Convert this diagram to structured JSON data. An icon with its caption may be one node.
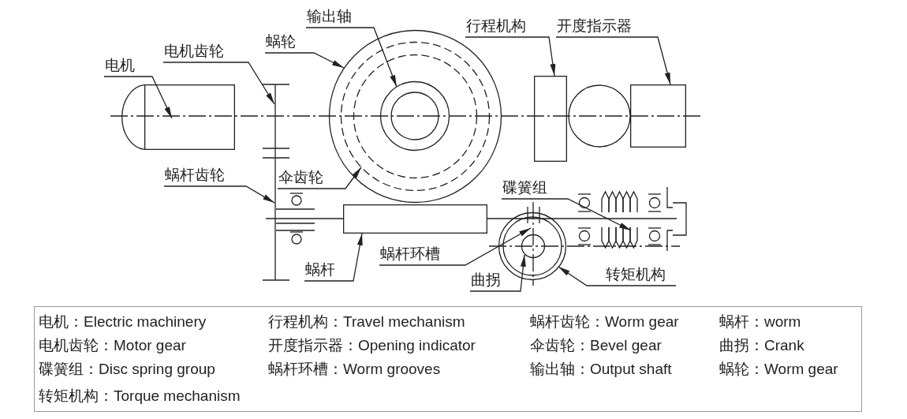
{
  "diagram": {
    "nodes": [
      {
        "text": [
          "电机"
        ]
      },
      {
        "text": [],
        "shape": "box"
      },
      {
        "text": [
          "电机齿轮"
        ]
      },
      {
        "text": [
          "蜗轮"
        ]
      },
      {
        "text": [],
        "shape": "circle"
      },
      {
        "text": [
          "输出轴"
        ]
      },
      {
        "text": [],
        "shape": "circle",
        "in": 4
      },
      {
        "text": [
          "行程机构"
        ]
      },
      {
        "text": [],
        "shape": "box"
      },
      {
        "text": [
          "开度指示器"
        ]
      },
      {
        "text": [],
        "shape": "box"
      },
      {
        "text": [
          "蜗杆齿轮"
        ]
      },
      {
        "text": [
          "伞齿轮"
        ]
      },
      {
        "text": [
          "碟簧组"
        ]
      },
      {
        "text": [
          "蜗杆"
        ]
      },
      {
        "text": [],
        "shape": "box"
      },
      {
        "text": [
          "蜗杆环槽"
        ]
      },
      {
        "text": [
          "转矩机构"
        ]
      },
      {
        "text": [],
        "shape": "circle"
      },
      {
        "text": [
          "曲拐"
        ]
      },
      {
        "text": [],
        "shape": "circle",
        "in": 18
      },
      {
        "text": [],
        "shape": "circle"
      },
      {
        "text": [],
        "shape": "bar"
      }
    ],
    "edges": [
      {
        "from": 0,
        "to": 1,
        "arrow": "to"
      },
      {
        "from": 2,
        "to": 22,
        "arrow": "to"
      },
      {
        "from": 3,
        "to": 4,
        "arrow": "to"
      },
      {
        "from": 5,
        "to": 6,
        "arrow": "to"
      },
      {
        "from": 7,
        "to": 8,
        "arrow": "to"
      },
      {
        "from": 9,
        "to": 10,
        "arrow": "to"
      },
      {
        "from": 11,
        "to": 22,
        "arrow": "to"
      },
      {
        "from": 12,
        "to": 4,
        "arrow": "to"
      },
      {
        "from": 13,
        "to": null,
        "arrow": "to"
      },
      {
        "from": 14,
        "to": 15,
        "arrow": "to"
      },
      {
        "from": 16,
        "to": 20,
        "arrow": "to"
      },
      {
        "from": 17,
        "to": 18,
        "arrow": "to"
      },
      {
        "from": 19,
        "to": 20,
        "arrow": "to"
      }
    ],
    "labels": [
      "电机：Electric machinery",
      "行程机构：Travel mechanism",
      "蜗杆齿轮：Worm gear",
      "蜗杆：worm",
      "电机齿轮：Motor gear",
      "开度指示器：Opening indicator",
      "伞齿轮：Bevel gear",
      "曲拐：Crank",
      "碟簧组：Disc spring group",
      "蜗杆环槽：Worm grooves",
      "输出轴：Output shaft",
      "蜗轮：Worm gear",
      "转矩机构：Torque mechanism"
    ]
  }
}
